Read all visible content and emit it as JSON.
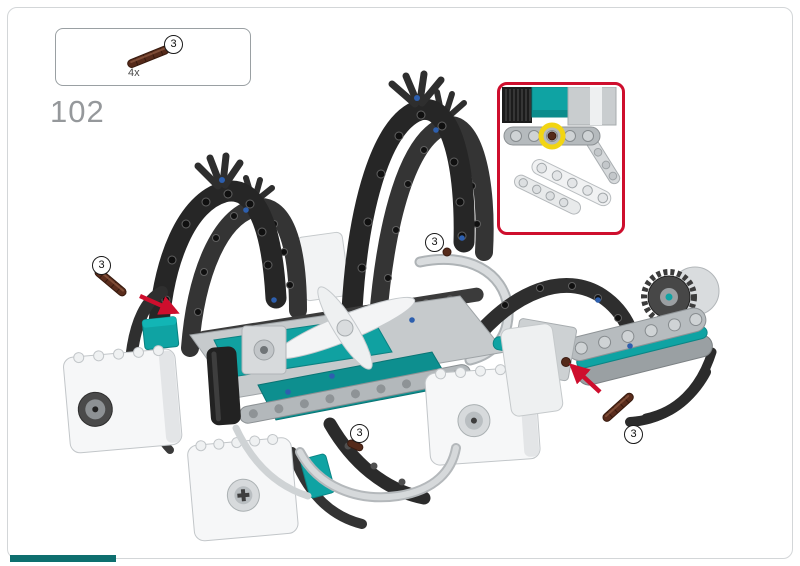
{
  "page": {
    "step_number": "102"
  },
  "parts_box": {
    "part_badge": "3",
    "quantity": "4x",
    "part_name": "connector-pin-3l-dark-brown"
  },
  "callouts": {
    "left": {
      "label": "3"
    },
    "top_middle": {
      "label": "3"
    },
    "bottom_middle": {
      "label": "3"
    },
    "right": {
      "label": "3"
    }
  },
  "detail_inset": {
    "name": "pin-placement-detail",
    "border_color": "#CE0E2D",
    "highlight_color": "#F2D513"
  },
  "colors": {
    "teal": "#0FA3A3",
    "dark_gray": "#2B2B2B",
    "frame_gray": "#B7BCBF",
    "white_part": "#F6F7F8",
    "pin_brown": "#552A1A",
    "callout_red": "#CE0E2D",
    "page_border": "#D3D6D8",
    "step_number_gray": "#95989B",
    "footer_teal": "#0E6F6F"
  }
}
